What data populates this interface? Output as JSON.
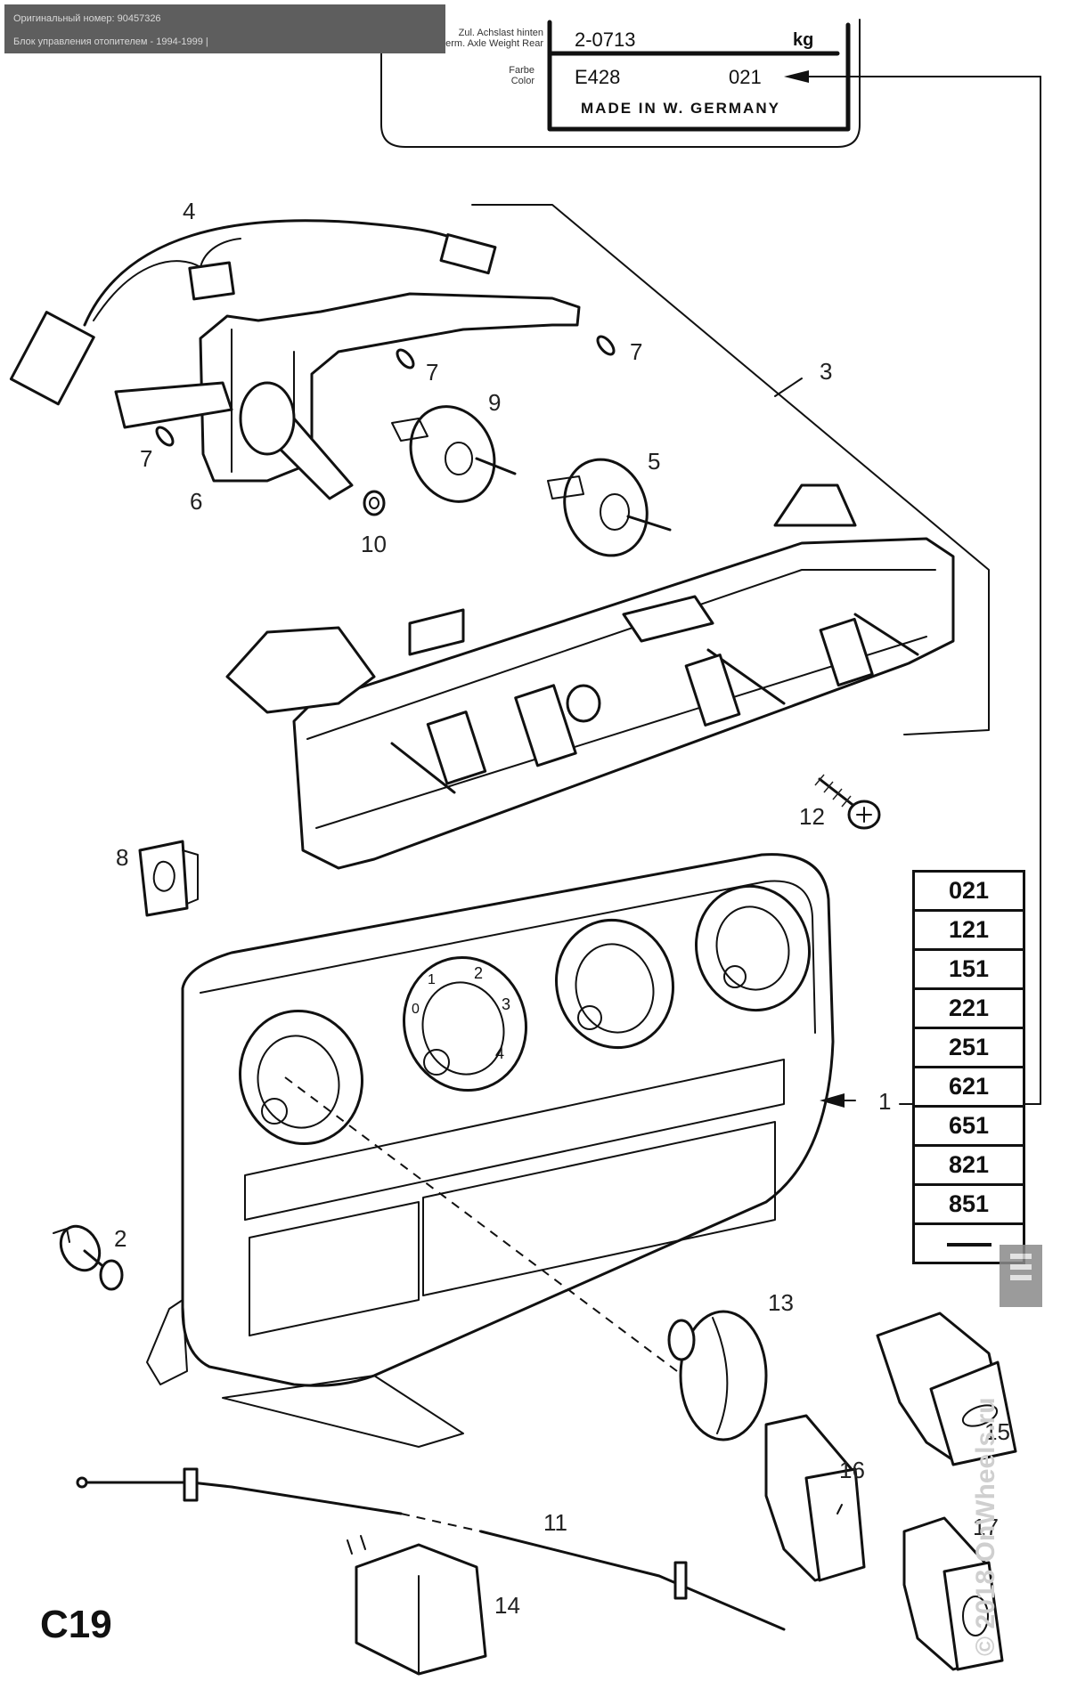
{
  "info_banner": {
    "original_number_label": "Оригинальный номер:",
    "original_number": "90457326",
    "description": "Блок управления отопителем - 1994-1999 |"
  },
  "id_plate": {
    "axle_weight_label_de": "Zul. Achslast hinten",
    "axle_weight_label_en": "Perm. Axle Weight Rear",
    "axle_weight_value": "2-0713",
    "axle_weight_unit": "kg",
    "color_label_de": "Farbe",
    "color_label_en": "Color",
    "color_code": "E428",
    "color_variant": "021",
    "made_in": "MADE  IN  W.  GERMANY"
  },
  "callouts": [
    {
      "id": "1",
      "part": "heater-control-panel-bezel"
    },
    {
      "id": "2",
      "part": "push-rivet"
    },
    {
      "id": "3",
      "part": "control-housing"
    },
    {
      "id": "4",
      "part": "wiring-harness"
    },
    {
      "id": "5",
      "part": "rotary-switch"
    },
    {
      "id": "6",
      "part": "lever-assembly"
    },
    {
      "id": "7",
      "part": "pin"
    },
    {
      "id": "7",
      "part": "pin"
    },
    {
      "id": "7",
      "part": "pin"
    },
    {
      "id": "8",
      "part": "clip-nut"
    },
    {
      "id": "9",
      "part": "rotary-valve"
    },
    {
      "id": "10",
      "part": "washer"
    },
    {
      "id": "11",
      "part": "bowden-cable"
    },
    {
      "id": "12",
      "part": "screw"
    },
    {
      "id": "13",
      "part": "control-knob"
    },
    {
      "id": "14",
      "part": "switch-blank"
    },
    {
      "id": "15",
      "part": "rear-window-heater-switch"
    },
    {
      "id": "16",
      "part": "recirculation-switch"
    },
    {
      "id": "17",
      "part": "seat-heater-switch"
    }
  ],
  "color_codes": [
    "021",
    "121",
    "151",
    "221",
    "251",
    "621",
    "651",
    "821",
    "851",
    "—"
  ],
  "dial_labels": {
    "fan_speeds": [
      "0",
      "1",
      "2",
      "3",
      "4"
    ]
  },
  "page_code": "C19",
  "watermark": "© 2018 OnWheels.ru"
}
